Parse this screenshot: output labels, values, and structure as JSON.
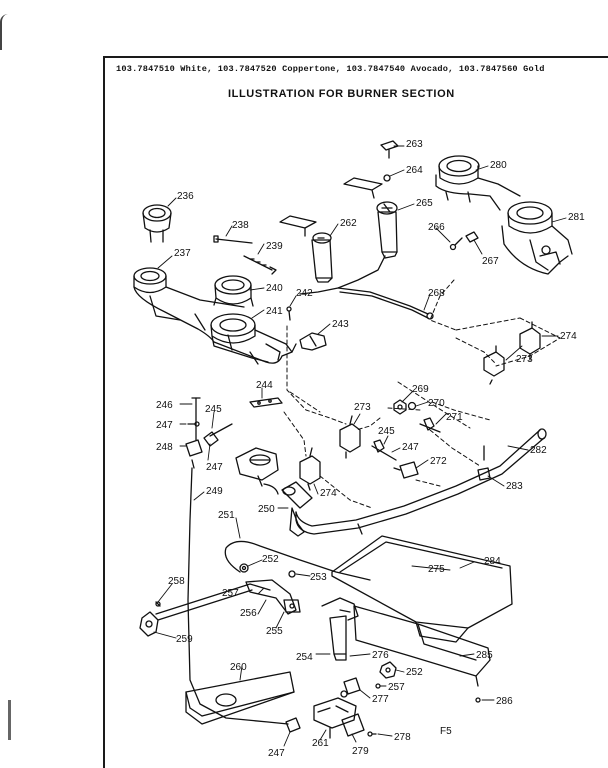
{
  "header": {
    "models": "103.7847510 White, 103.7847520 Coppertone, 103.7847540 Avocado, 103.7847560 Gold",
    "title": "ILLUSTRATION FOR BURNER SECTION"
  },
  "footer": {
    "code": "F5"
  },
  "callouts": [
    {
      "id": "c236",
      "text": "236"
    },
    {
      "id": "c237",
      "text": "237"
    },
    {
      "id": "c238",
      "text": "238"
    },
    {
      "id": "c239",
      "text": "239"
    },
    {
      "id": "c240",
      "text": "240"
    },
    {
      "id": "c241",
      "text": "241"
    },
    {
      "id": "c242",
      "text": "242"
    },
    {
      "id": "c243",
      "text": "243"
    },
    {
      "id": "c244",
      "text": "244"
    },
    {
      "id": "c245a",
      "text": "245"
    },
    {
      "id": "c245b",
      "text": "245"
    },
    {
      "id": "c246",
      "text": "246"
    },
    {
      "id": "c247a",
      "text": "247"
    },
    {
      "id": "c247b",
      "text": "247"
    },
    {
      "id": "c247c",
      "text": "247"
    },
    {
      "id": "c247d",
      "text": "247"
    },
    {
      "id": "c248",
      "text": "248"
    },
    {
      "id": "c249",
      "text": "249"
    },
    {
      "id": "c250",
      "text": "250"
    },
    {
      "id": "c251",
      "text": "251"
    },
    {
      "id": "c252a",
      "text": "252"
    },
    {
      "id": "c252b",
      "text": "252"
    },
    {
      "id": "c253",
      "text": "253"
    },
    {
      "id": "c254",
      "text": "254"
    },
    {
      "id": "c255",
      "text": "255"
    },
    {
      "id": "c256",
      "text": "256"
    },
    {
      "id": "c257a",
      "text": "257"
    },
    {
      "id": "c257b",
      "text": "257"
    },
    {
      "id": "c258",
      "text": "258"
    },
    {
      "id": "c259",
      "text": "259"
    },
    {
      "id": "c260",
      "text": "260"
    },
    {
      "id": "c261",
      "text": "261"
    },
    {
      "id": "c262",
      "text": "262"
    },
    {
      "id": "c263",
      "text": "263"
    },
    {
      "id": "c264",
      "text": "264"
    },
    {
      "id": "c265",
      "text": "265"
    },
    {
      "id": "c266",
      "text": "266"
    },
    {
      "id": "c267",
      "text": "267"
    },
    {
      "id": "c268",
      "text": "268"
    },
    {
      "id": "c269",
      "text": "269"
    },
    {
      "id": "c270",
      "text": "270"
    },
    {
      "id": "c271",
      "text": "271"
    },
    {
      "id": "c272",
      "text": "272"
    },
    {
      "id": "c273a",
      "text": "273"
    },
    {
      "id": "c273b",
      "text": "273"
    },
    {
      "id": "c274a",
      "text": "274"
    },
    {
      "id": "c274b",
      "text": "274"
    },
    {
      "id": "c275",
      "text": "275"
    },
    {
      "id": "c276",
      "text": "276"
    },
    {
      "id": "c277",
      "text": "277"
    },
    {
      "id": "c278",
      "text": "278"
    },
    {
      "id": "c279",
      "text": "279"
    },
    {
      "id": "c280",
      "text": "280"
    },
    {
      "id": "c281",
      "text": "281"
    },
    {
      "id": "c282",
      "text": "282"
    },
    {
      "id": "c283",
      "text": "283"
    },
    {
      "id": "c284",
      "text": "284"
    },
    {
      "id": "c285",
      "text": "285"
    },
    {
      "id": "c286",
      "text": "286"
    }
  ]
}
